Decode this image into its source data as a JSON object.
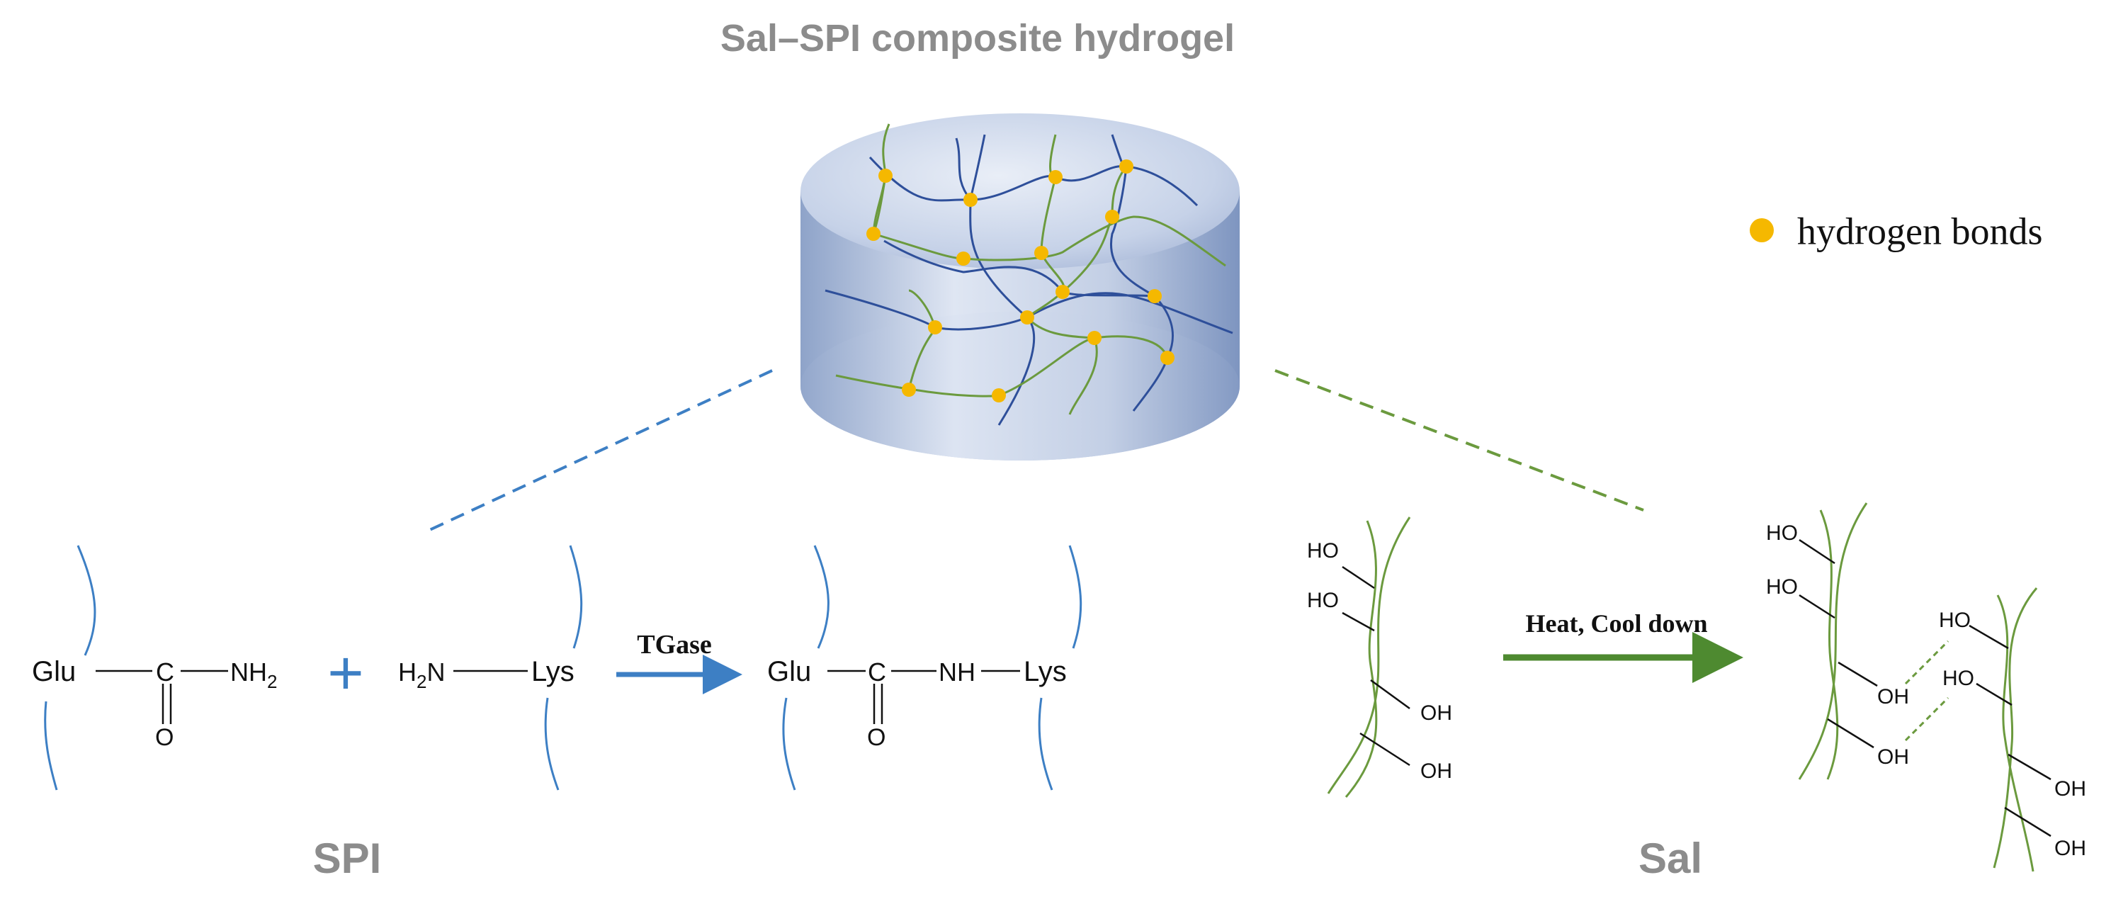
{
  "title": "Sal–SPI composite hydrogel",
  "legend": {
    "label": "hydrogen bonds",
    "color": "#f5b800"
  },
  "colors": {
    "spi_blue": "#3d7fc4",
    "sal_green": "#6b9a3e",
    "arrow_green": "#4e8a30",
    "network_blue": "#2e4f9a",
    "title_gray": "#8c8c8c"
  },
  "spi": {
    "panel_label": "SPI",
    "reactant1": {
      "group": "Glu",
      "carbon": "C",
      "oxygen": "O",
      "amine": "NH",
      "amine_sub": "2"
    },
    "plus": "+",
    "reactant2": {
      "amine": "H",
      "amine_sub": "2",
      "amine_n": "N",
      "group": "Lys"
    },
    "arrow_label": "TGase",
    "product": {
      "group1": "Glu",
      "carbon": "C",
      "oxygen": "O",
      "link": "NH",
      "group2": "Lys"
    }
  },
  "sal": {
    "panel_label": "Sal",
    "arrow_label": "Heat, Cool down",
    "hydroxyl_left": "HO",
    "hydroxyl_right": "OH"
  },
  "icons": [
    "hydrogel-disc-icon",
    "hydrogen-bond-dot-icon",
    "right-arrow-icon"
  ]
}
